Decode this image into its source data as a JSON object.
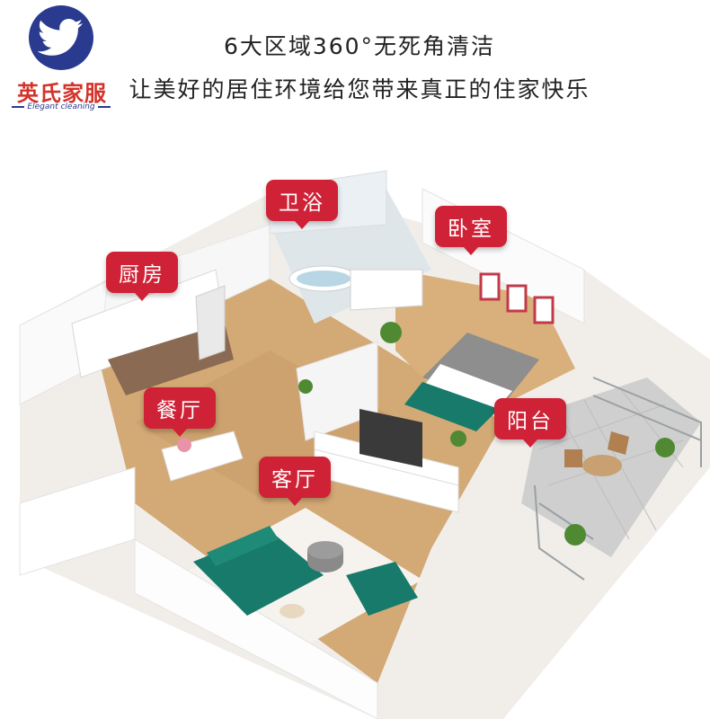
{
  "brand": {
    "name": "英氏家服",
    "tagline": "Elegant cleaning",
    "logo_icon": "bird-logo-icon",
    "colors": {
      "circle": "#2a3a8f",
      "name": "#d4322a"
    }
  },
  "headline": {
    "line1": "6大区域360°无死角清洁",
    "line2": "让美好的居住环境给您带来真正的住家快乐"
  },
  "rooms": {
    "bathroom": "卫浴",
    "bedroom": "卧室",
    "kitchen": "厨房",
    "dining": "餐厅",
    "balcony": "阳台",
    "living": "客厅"
  },
  "accent_color": "#cf2236"
}
